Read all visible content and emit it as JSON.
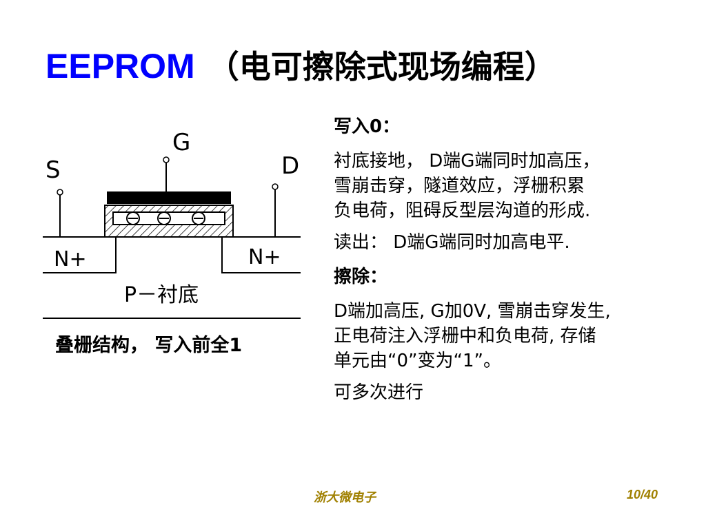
{
  "title": {
    "en": "EEPROM",
    "zh": "（电可擦除式现场编程）"
  },
  "diagram": {
    "label_s": "S",
    "label_g": "G",
    "label_d": "D",
    "label_n_left": "N+",
    "label_n_right": "N+",
    "label_substrate": "P－衬底",
    "icons": [
      "electron-minus-icon",
      "electron-minus-icon",
      "electron-minus-icon"
    ]
  },
  "caption": "叠栅结构， 写入前全1",
  "text": {
    "write0_header": "写入0：",
    "write0_lines": [
      "衬底接地， D端G端同时加高压，",
      "雪崩击穿，隧道效应，浮栅积累",
      "负电荷，阻碍反型层沟道的形成."
    ],
    "read": "读出： D端G端同时加高电平.",
    "erase_header": "擦除：",
    "erase_lines": [
      "D端加高压, G加0V, 雪崩击穿发生,",
      "正电荷注入浮栅中和负电荷, 存储",
      "单元由“0”变为“1”。"
    ],
    "repeat": "可多次进行"
  },
  "footer": {
    "left": "浙大微电子",
    "right": "10/40"
  },
  "colors": {
    "title_en": "#0000ff",
    "footer": "#a08000"
  }
}
